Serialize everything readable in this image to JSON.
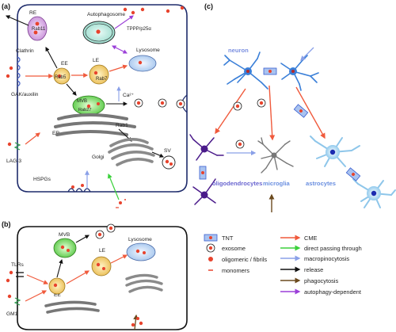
{
  "panels": {
    "a": "(a)",
    "b": "(b)",
    "c": "(c)"
  },
  "panel_a": {
    "re": "RE",
    "rab11": "Rab11",
    "autophagosome": "Autophagosome",
    "tppp": "TPPP/p25α",
    "clathrin": "Clathrin",
    "ee": "EE",
    "rab5": "Rab5",
    "le": "LE",
    "rab7": "Rab7",
    "lysosome": "Lysosome",
    "gak": "GAK/auxilin",
    "mvb": "MVB",
    "rab27": "Rab27",
    "ca": "Ca²⁺",
    "er": "ER",
    "rab1": "Rab1",
    "golgi": "Golgi",
    "sv": "SV",
    "lag3": "LAG-3",
    "hspgs": "HSPGs"
  },
  "panel_b": {
    "mvb": "MVB",
    "le": "LE",
    "lysosome": "Lysosome",
    "tlrs": "TLRs",
    "ee": "EE",
    "gm1": "GM1"
  },
  "panel_c": {
    "neuron": "neuron",
    "oligodendrocytes": "oligodendrocytes",
    "microglia": "microglia",
    "astrocytes": "astrocytes"
  },
  "legend": {
    "tnt": "TNT",
    "exosome": "exosome",
    "oligomeric": "oligomeric / fibrils",
    "monomers": "monomers",
    "cme": "CME",
    "direct": "direct passing through",
    "macro": "macropinocytosis",
    "release": "release",
    "phago": "phagocytosis",
    "autophagy": "autophagy-dependent"
  },
  "colors": {
    "orange_arrow": "#f05a3c",
    "green_arrow": "#3bd13b",
    "blue_arrow": "#8aa0e8",
    "black_arrow": "#111111",
    "brown_arrow": "#6b4a1e",
    "purple_arrow": "#9b3fd8",
    "cell_border": "#1e2b6b",
    "particle": "#e8432d",
    "neuron": "#3a7fd8",
    "oligo": "#4a1a8a",
    "microglia": "#777777",
    "astrocyte": "#8ec6ea"
  }
}
